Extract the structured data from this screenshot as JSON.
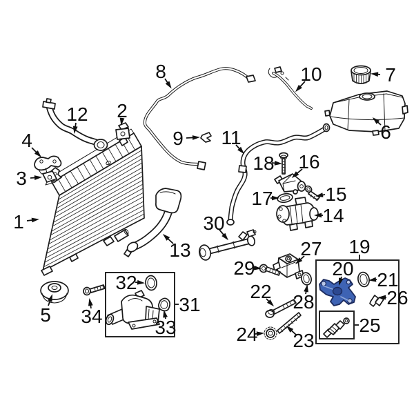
{
  "diagram": {
    "title": "Engine cooling system exploded parts diagram",
    "background": "#ffffff",
    "line_color": "#1b1b1b",
    "label_color": "#0c0c0c",
    "highlight": {
      "callout": "20",
      "fill": "#3e63b4",
      "shade": "#2c4890",
      "light": "#8ea6d8",
      "hole": "#b9c7e8",
      "outline": "#1c2b5e"
    }
  },
  "callouts": [
    {
      "label": "1"
    },
    {
      "label": "2"
    },
    {
      "label": "3"
    },
    {
      "label": "4"
    },
    {
      "label": "5"
    },
    {
      "label": "6"
    },
    {
      "label": "7"
    },
    {
      "label": "8"
    },
    {
      "label": "9"
    },
    {
      "label": "10"
    },
    {
      "label": "11"
    },
    {
      "label": "12"
    },
    {
      "label": "13"
    },
    {
      "label": "14"
    },
    {
      "label": "15"
    },
    {
      "label": "16"
    },
    {
      "label": "17"
    },
    {
      "label": "18"
    },
    {
      "label": "19"
    },
    {
      "label": "20"
    },
    {
      "label": "21"
    },
    {
      "label": "22"
    },
    {
      "label": "23"
    },
    {
      "label": "24"
    },
    {
      "label": "25"
    },
    {
      "label": "26"
    },
    {
      "label": "27"
    },
    {
      "label": "28"
    },
    {
      "label": "29"
    },
    {
      "label": "30"
    },
    {
      "label": "31"
    },
    {
      "label": "32"
    },
    {
      "label": "33"
    },
    {
      "label": "34"
    }
  ]
}
